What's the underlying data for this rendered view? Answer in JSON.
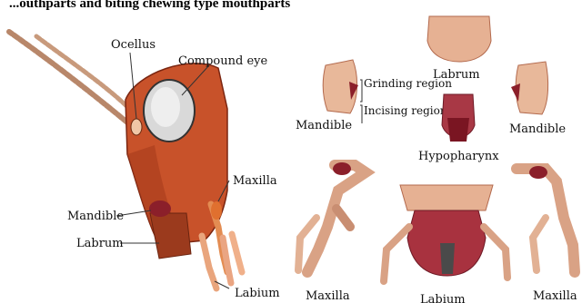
{
  "caption_top": "...outhparts and biting chewing type mouthparts",
  "labels": {
    "ocellus": "Ocellus",
    "compound_eye": "Compound eye",
    "maxilla_head": "Maxilla",
    "mandible_head": "Mandible",
    "labrum_head": "Labrum",
    "labium_head": "Labium",
    "labrum_part": "Labrum",
    "grinding_region": "Grinding region",
    "incising_region": "Incising region",
    "mandible_left": "Mandible",
    "mandible_right": "Mandible",
    "hypopharynx": "Hypopharynx",
    "maxilla_left": "Maxilla",
    "labium_part": "Labium",
    "maxilla_right": "Maxilla"
  },
  "colors": {
    "head": "#c8522a",
    "head_dark": "#8f2c14",
    "mouthpart": "#e6b193",
    "mouthpart_dark": "#b36a4e",
    "accent": "#8b1f2a"
  }
}
